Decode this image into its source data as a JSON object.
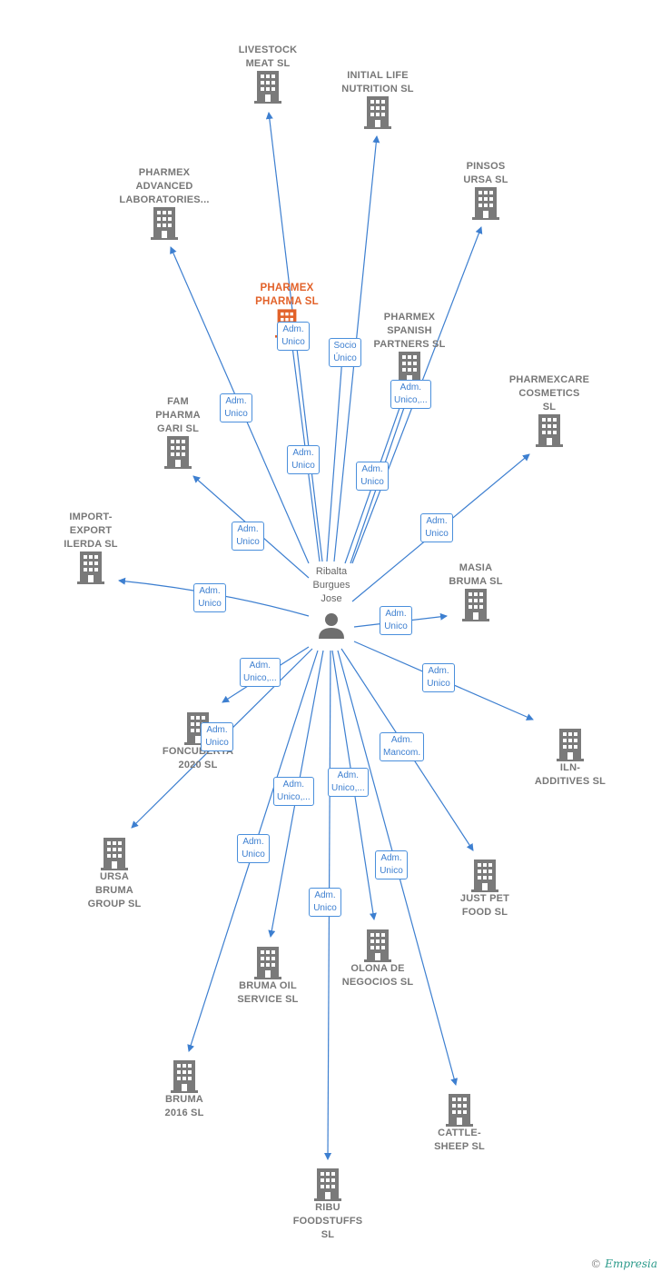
{
  "person": {
    "label": "Ribalta\nBurgues\nJose"
  },
  "center": {
    "label": "PHARMEX\nPHARMA SL"
  },
  "companies": [
    {
      "id": "livestock",
      "label": "LIVESTOCK\nMEAT SL"
    },
    {
      "id": "initial",
      "label": "INITIAL LIFE\nNUTRITION SL"
    },
    {
      "id": "pinsos",
      "label": "PINSOS\nURSA SL"
    },
    {
      "id": "advanced",
      "label": "PHARMEX\nADVANCED\nLABORATORIES..."
    },
    {
      "id": "spanish",
      "label": "PHARMEX\nSPANISH\nPARTNERS SL"
    },
    {
      "id": "cosmetics",
      "label": "PHARMEXCARE\nCOSMETICS\nSL"
    },
    {
      "id": "fam",
      "label": "FAM\nPHARMA\nGARI SL"
    },
    {
      "id": "import",
      "label": "IMPORT-\nEXPORT\nILERDA SL"
    },
    {
      "id": "masia",
      "label": "MASIA\nBRUMA SL"
    },
    {
      "id": "iln",
      "label": "ILN-\nADDITIVES SL"
    },
    {
      "id": "foncu",
      "label": "FONCUBERTA\n2020 SL"
    },
    {
      "id": "ursa",
      "label": "URSA\nBRUMA\nGROUP SL"
    },
    {
      "id": "justpet",
      "label": "JUST PET\nFOOD SL"
    },
    {
      "id": "olona",
      "label": "OLONA DE\nNEGOCIOS SL"
    },
    {
      "id": "brumaoil",
      "label": "BRUMA OIL\nSERVICE SL"
    },
    {
      "id": "bruma2016",
      "label": "BRUMA\n2016 SL"
    },
    {
      "id": "cattle",
      "label": "CATTLE-\nSHEEP SL"
    },
    {
      "id": "ribu",
      "label": "RIBU\nFOODSTUFFS\nSL"
    }
  ],
  "relations": [
    {
      "id": "r-center-a",
      "label": "Adm.\nUnico"
    },
    {
      "id": "r-center-b",
      "label": "Socio\nÚnico"
    },
    {
      "id": "r-center-c",
      "label": "Adm.\nUnico"
    },
    {
      "id": "r-advanced",
      "label": "Adm.\nUnico"
    },
    {
      "id": "r-spanish",
      "label": "Adm.\nUnico,..."
    },
    {
      "id": "r-pinsos",
      "label": "Adm.\nUnico"
    },
    {
      "id": "r-fam",
      "label": "Adm.\nUnico"
    },
    {
      "id": "r-cosmetics",
      "label": "Adm.\nUnico"
    },
    {
      "id": "r-import",
      "label": "Adm.\nUnico"
    },
    {
      "id": "r-masia",
      "label": "Adm.\nUnico"
    },
    {
      "id": "r-foncu",
      "label": "Adm.\nUnico,..."
    },
    {
      "id": "r-iln",
      "label": "Adm.\nUnico"
    },
    {
      "id": "r-ursa",
      "label": "Adm.\nUnico"
    },
    {
      "id": "r-justpet",
      "label": "Adm.\nMancom."
    },
    {
      "id": "r-brumaoil",
      "label": "Adm.\nUnico,..."
    },
    {
      "id": "r-olona-a",
      "label": "Adm.\nUnico,..."
    },
    {
      "id": "r-bruma2016",
      "label": "Adm.\nUnico"
    },
    {
      "id": "r-olona-b",
      "label": "Adm.\nUnico"
    },
    {
      "id": "r-ribu",
      "label": "Adm.\nUnico"
    }
  ],
  "footer": {
    "copyright": "©",
    "brand": "Empresia"
  },
  "colors": {
    "edge": "#3d7fd0",
    "node_icon": "#7a7a7a",
    "center_icon": "#e2622a",
    "label": "#777777"
  }
}
